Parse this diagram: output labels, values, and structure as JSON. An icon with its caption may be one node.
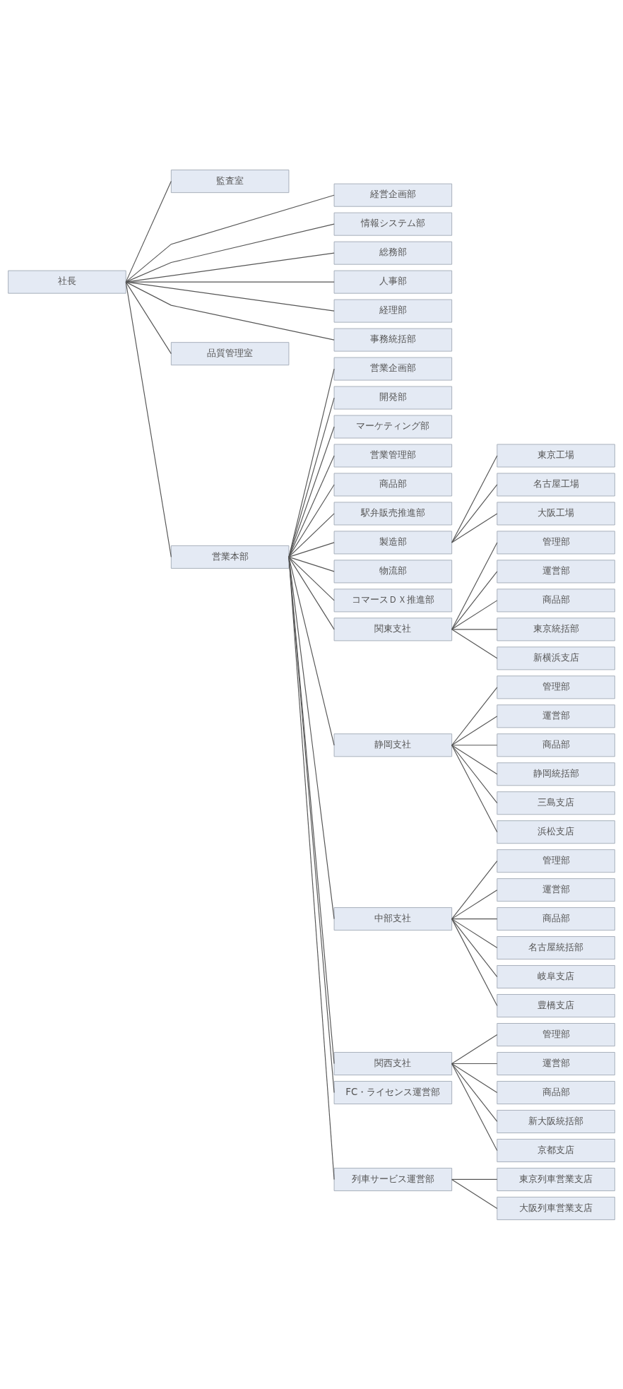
{
  "diagram": {
    "nodes": [
      {
        "text": [
          "社長"
        ]
      },
      {
        "text": [
          "監査室"
        ]
      },
      {
        "text": [
          "経営企画部"
        ]
      },
      {
        "text": [
          "情報システム部"
        ]
      },
      {
        "text": [
          "総務部"
        ]
      },
      {
        "text": [
          "人事部"
        ]
      },
      {
        "text": [
          "経理部"
        ]
      },
      {
        "text": [
          "事務統括部"
        ]
      },
      {
        "text": [
          "品質管理室"
        ]
      },
      {
        "text": [
          "営業本部"
        ]
      },
      {
        "text": [
          "営業企画部"
        ]
      },
      {
        "text": [
          "開発部"
        ]
      },
      {
        "text": [
          "マーケティング部"
        ]
      },
      {
        "text": [
          "営業管理部"
        ]
      },
      {
        "text": [
          "商品部"
        ]
      },
      {
        "text": [
          "駅弁販売推進部"
        ]
      },
      {
        "text": [
          "製造部"
        ]
      },
      {
        "text": [
          "東京工場"
        ]
      },
      {
        "text": [
          "名古屋工場"
        ]
      },
      {
        "text": [
          "大阪工場"
        ]
      },
      {
        "text": [
          "物流部"
        ]
      },
      {
        "text": [
          "コマースＤＸ推進部"
        ]
      },
      {
        "text": [
          "関東支社"
        ]
      },
      {
        "text": [
          "管理部"
        ]
      },
      {
        "text": [
          "運営部"
        ]
      },
      {
        "text": [
          "商品部"
        ]
      },
      {
        "text": [
          "東京統括部"
        ]
      },
      {
        "text": [
          "新横浜支店"
        ]
      },
      {
        "text": [
          "静岡支社"
        ]
      },
      {
        "text": [
          "管理部"
        ]
      },
      {
        "text": [
          "運営部"
        ]
      },
      {
        "text": [
          "商品部"
        ]
      },
      {
        "text": [
          "静岡統括部"
        ]
      },
      {
        "text": [
          "三島支店"
        ]
      },
      {
        "text": [
          "浜松支店"
        ]
      },
      {
        "text": [
          "中部支社"
        ]
      },
      {
        "text": [
          "管理部"
        ]
      },
      {
        "text": [
          "運営部"
        ]
      },
      {
        "text": [
          "商品部"
        ]
      },
      {
        "text": [
          "名古屋統括部"
        ]
      },
      {
        "text": [
          "岐阜支店"
        ]
      },
      {
        "text": [
          "豊橋支店"
        ]
      },
      {
        "text": [
          "関西支社"
        ]
      },
      {
        "text": [
          "管理部"
        ]
      },
      {
        "text": [
          "運営部"
        ]
      },
      {
        "text": [
          "商品部"
        ]
      },
      {
        "text": [
          "新大阪統括部"
        ]
      },
      {
        "text": [
          "京都支店"
        ]
      },
      {
        "text": [
          "FC・ライセンス運営部"
        ]
      },
      {
        "text": [
          "列車サービス運営部"
        ]
      },
      {
        "text": [
          "東京列車営業支店"
        ]
      },
      {
        "text": [
          "大阪列車営業支店"
        ]
      }
    ],
    "edges": [
      {
        "from": 0,
        "to": 1,
        "arrow": "none"
      },
      {
        "from": 0,
        "to": 2,
        "arrow": "none"
      },
      {
        "from": 0,
        "to": 3,
        "arrow": "none"
      },
      {
        "from": 0,
        "to": 4,
        "arrow": "none"
      },
      {
        "from": 0,
        "to": 5,
        "arrow": "none"
      },
      {
        "from": 0,
        "to": 6,
        "arrow": "none"
      },
      {
        "from": 0,
        "to": 7,
        "arrow": "none"
      },
      {
        "from": 0,
        "to": 8,
        "arrow": "none"
      },
      {
        "from": 0,
        "to": 9,
        "arrow": "none"
      },
      {
        "from": 9,
        "to": 10,
        "arrow": "none"
      },
      {
        "from": 9,
        "to": 11,
        "arrow": "none"
      },
      {
        "from": 9,
        "to": 12,
        "arrow": "none"
      },
      {
        "from": 9,
        "to": 13,
        "arrow": "none"
      },
      {
        "from": 9,
        "to": 14,
        "arrow": "none"
      },
      {
        "from": 9,
        "to": 15,
        "arrow": "none"
      },
      {
        "from": 9,
        "to": 16,
        "arrow": "none"
      },
      {
        "from": 16,
        "to": 17,
        "arrow": "none"
      },
      {
        "from": 16,
        "to": 18,
        "arrow": "none"
      },
      {
        "from": 16,
        "to": 19,
        "arrow": "none"
      },
      {
        "from": 9,
        "to": 20,
        "arrow": "none"
      },
      {
        "from": 9,
        "to": 21,
        "arrow": "none"
      },
      {
        "from": 9,
        "to": 22,
        "arrow": "none"
      },
      {
        "from": 22,
        "to": 23,
        "arrow": "none"
      },
      {
        "from": 22,
        "to": 24,
        "arrow": "none"
      },
      {
        "from": 22,
        "to": 25,
        "arrow": "none"
      },
      {
        "from": 22,
        "to": 26,
        "arrow": "none"
      },
      {
        "from": 22,
        "to": 27,
        "arrow": "none"
      },
      {
        "from": 9,
        "to": 28,
        "arrow": "none"
      },
      {
        "from": 28,
        "to": 29,
        "arrow": "none"
      },
      {
        "from": 28,
        "to": 30,
        "arrow": "none"
      },
      {
        "from": 28,
        "to": 31,
        "arrow": "none"
      },
      {
        "from": 28,
        "to": 32,
        "arrow": "none"
      },
      {
        "from": 28,
        "to": 33,
        "arrow": "none"
      },
      {
        "from": 28,
        "to": 34,
        "arrow": "none"
      },
      {
        "from": 9,
        "to": 35,
        "arrow": "none"
      },
      {
        "from": 35,
        "to": 36,
        "arrow": "none"
      },
      {
        "from": 35,
        "to": 37,
        "arrow": "none"
      },
      {
        "from": 35,
        "to": 38,
        "arrow": "none"
      },
      {
        "from": 35,
        "to": 39,
        "arrow": "none"
      },
      {
        "from": 35,
        "to": 40,
        "arrow": "none"
      },
      {
        "from": 35,
        "to": 41,
        "arrow": "none"
      },
      {
        "from": 9,
        "to": 42,
        "arrow": "none"
      },
      {
        "from": 42,
        "to": 43,
        "arrow": "none"
      },
      {
        "from": 42,
        "to": 44,
        "arrow": "none"
      },
      {
        "from": 42,
        "to": 45,
        "arrow": "none"
      },
      {
        "from": 42,
        "to": 46,
        "arrow": "none"
      },
      {
        "from": 42,
        "to": 47,
        "arrow": "none"
      },
      {
        "from": 9,
        "to": 48,
        "arrow": "none"
      },
      {
        "from": 9,
        "to": 49,
        "arrow": "none"
      },
      {
        "from": 49,
        "to": 50,
        "arrow": "none"
      },
      {
        "from": 49,
        "to": 51,
        "arrow": "none"
      }
    ]
  }
}
